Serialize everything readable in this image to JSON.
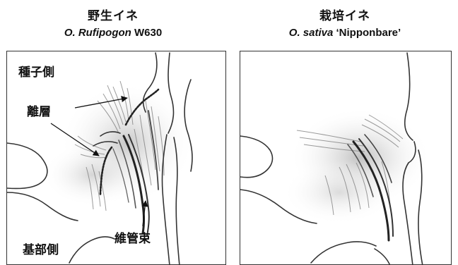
{
  "left": {
    "title_jp": "野生イネ",
    "title_species": "O. Rufipogon",
    "title_strain": " W630",
    "labels": {
      "seed_side": "種子側",
      "abscission_layer": "離層",
      "vascular_bundle": "維管束",
      "base_side": "基部側"
    }
  },
  "right": {
    "title_jp": "栽培イネ",
    "title_species": "O. sativa",
    "title_cultivar": " ‘Nipponbare’"
  }
}
